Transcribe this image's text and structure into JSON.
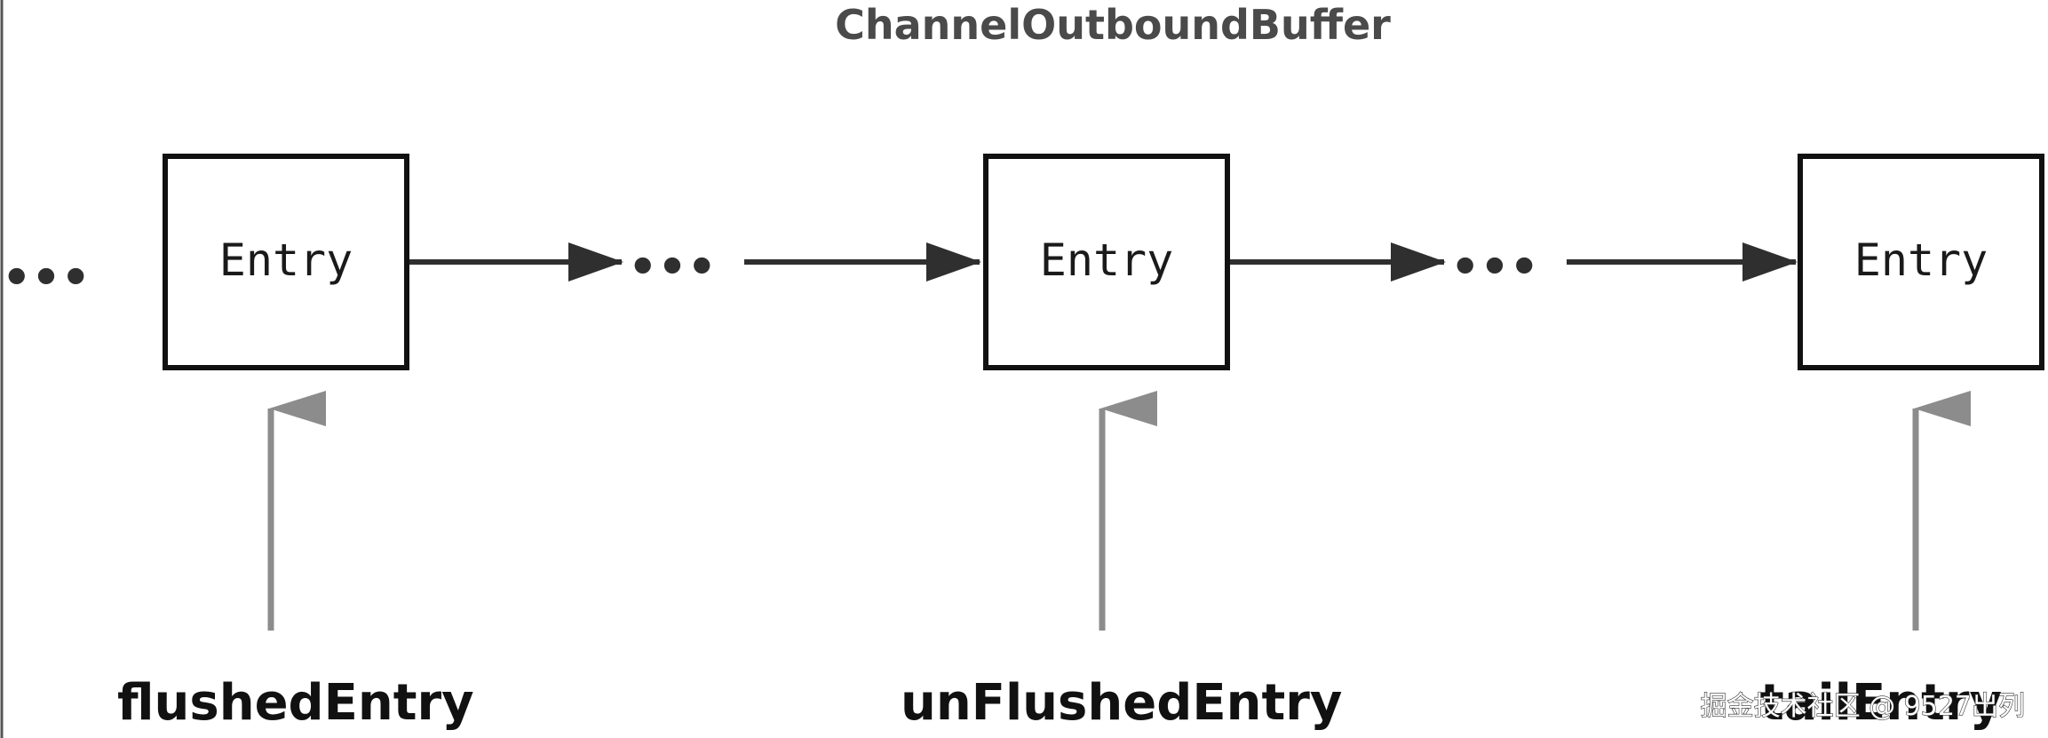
{
  "title": "ChannelOutboundBuffer",
  "entries": [
    {
      "label": "Entry"
    },
    {
      "label": "Entry"
    },
    {
      "label": "Entry"
    }
  ],
  "ellipsis": "•••",
  "pointers": [
    {
      "label": "flushedEntry"
    },
    {
      "label": "unFlushedEntry"
    },
    {
      "label": "tailEntry"
    }
  ],
  "watermark": "掘金技术社区 @ 9527出列",
  "colors": {
    "box_stroke": "#111111",
    "link_arrow": "#2f2f2f",
    "pointer_arrow": "#8c8c8c",
    "title": "#4a4a4a"
  }
}
